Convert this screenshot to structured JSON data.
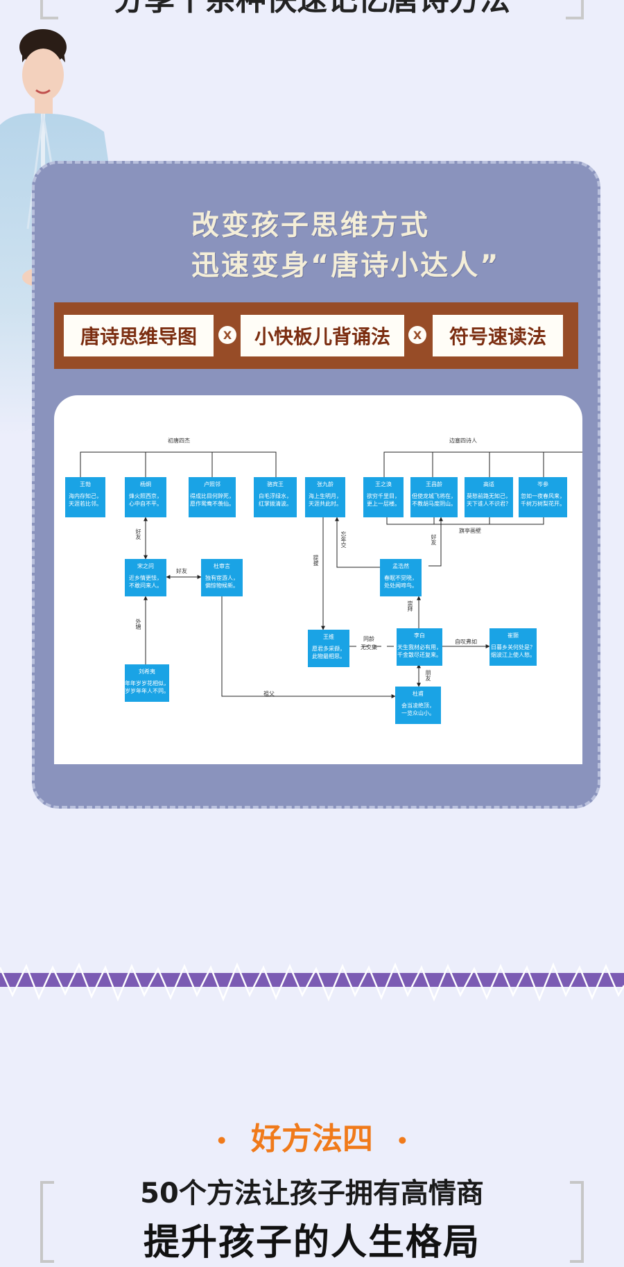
{
  "top_heading": "分享十余种快速记忆唐诗方法",
  "slogan": {
    "line1": "改变孩子思维方式",
    "line2": "迅速变身“唐诗小达人”"
  },
  "banner": {
    "chips": [
      "唐诗思维导图",
      "小快板儿背诵法",
      "符号速读法"
    ],
    "separator": "X"
  },
  "mind_map": {
    "group_left": "初唐四杰",
    "group_right": "边塞四诗人",
    "nodes": {
      "wangbo": {
        "name": "王勃",
        "lines": [
          "海内存知己，",
          "天涯若比邻。"
        ]
      },
      "yangjiong": {
        "name": "杨炯",
        "lines": [
          "烽火照西京，",
          "心中自不平。"
        ]
      },
      "luzhaolin": {
        "name": "卢照邻",
        "lines": [
          "得成比目何辞死，",
          "愿作鸳鸯不羡仙。"
        ]
      },
      "luobinwang": {
        "name": "骆宾王",
        "lines": [
          "白毛浮绿水，",
          "红掌拨清波。"
        ]
      },
      "zhangjiuling": {
        "name": "张九龄",
        "lines": [
          "海上生明月，",
          "天涯共此时。"
        ]
      },
      "wangzhihuan": {
        "name": "王之涣",
        "lines": [
          "欲穷千里目，",
          "更上一层楼。"
        ]
      },
      "wangchangling": {
        "name": "王昌龄",
        "lines": [
          "但使龙城飞将在，",
          "不教胡马度阴山。"
        ]
      },
      "gaoshi": {
        "name": "高适",
        "lines": [
          "莫愁前路无知己，",
          "天下谁人不识君？"
        ]
      },
      "censhen": {
        "name": "岑参",
        "lines": [
          "忽如一夜春风来，",
          "千树万树梨花开。"
        ]
      },
      "songzhiwen": {
        "name": "宋之问",
        "lines": [
          "近乡情更怯，",
          "不敢问来人。"
        ]
      },
      "dushenyan": {
        "name": "杜审言",
        "lines": [
          "独有宦游人，",
          "偏惊物候新。"
        ]
      },
      "mengharan": {
        "name": "孟浩然",
        "lines": [
          "春眠不觉晓，",
          "处处闻啼鸟。"
        ]
      },
      "wangwei": {
        "name": "王维",
        "lines": [
          "愿君多采撷，",
          "此物最相思。"
        ]
      },
      "libai": {
        "name": "李白",
        "lines": [
          "天生我材必有用，",
          "千金散尽还复来。"
        ]
      },
      "liuxiyi": {
        "name": "刘希夷",
        "lines": [
          "年年岁岁花相似，",
          "岁岁年年人不同。"
        ]
      },
      "zhaoyan": {
        "name": "崔颢",
        "lines": [
          "日暮乡关何处是？",
          "烟波江上使人愁。"
        ]
      },
      "dufu": {
        "name": "杜甫",
        "lines": [
          "会当凌绝顶，",
          "一览众山小。"
        ]
      }
    },
    "labels": {
      "friend1": "好友",
      "friend2": "好友",
      "friend3": "好友",
      "nephew": "外甥",
      "tiba": "提拔",
      "qiaozhiji": "忘年交",
      "tongling": "同龄",
      "wujiaoji": "无交集",
      "chongbai": "崇拜",
      "pengyou": "朋友",
      "zixiu": "自叹弗如",
      "zufu": "祖父",
      "qibiao": "旗亭画壁"
    }
  },
  "method": {
    "title": "好方法四",
    "bullet": "•",
    "line1": "50个方法让孩子拥有高情商",
    "line2": "提升孩子的人生格局"
  }
}
